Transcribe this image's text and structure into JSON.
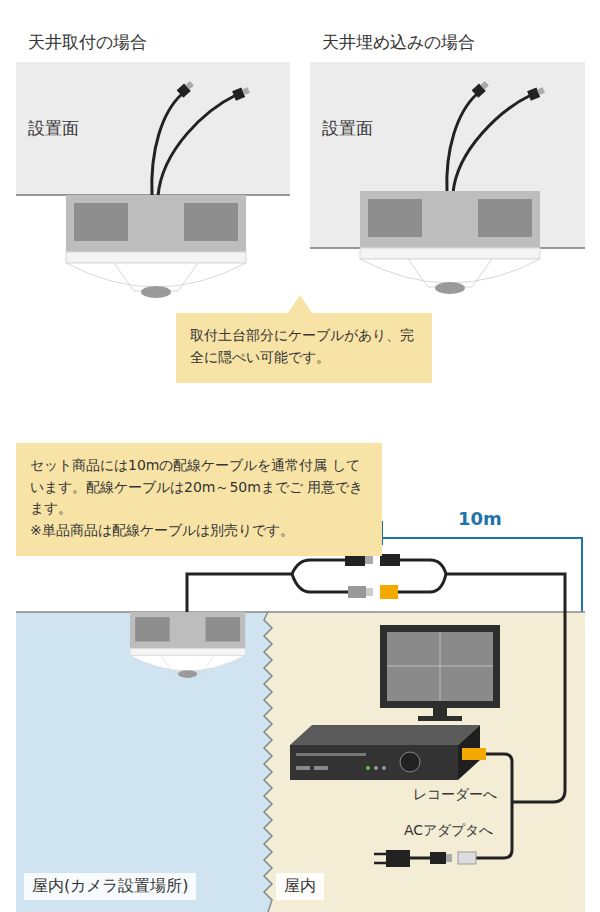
{
  "diagram": {
    "nodes": [
      {
        "text": [
          "天井取付の場合",
          "設置面"
        ]
      },
      {
        "text": [
          "天井埋め込みの場合",
          "設置面"
        ]
      },
      {
        "text": [
          "取付土台部分にケーブルがあり、完 全に隠ぺい可能です。"
        ]
      },
      {
        "text": [
          "セット商品には10mの配線ケーブルを通常付属 しています。配線ケーブルは20m～50mまでご 用意できます。",
          "※単品商品は配線ケーブルは別売りです。"
        ]
      },
      {
        "text": [
          "屋内(カメラ設置場所)"
        ]
      },
      {
        "text": [
          "屋内"
        ]
      }
    ],
    "labels": [
      "10m",
      "レコーダーへ",
      "ACアダプタへ"
    ]
  }
}
